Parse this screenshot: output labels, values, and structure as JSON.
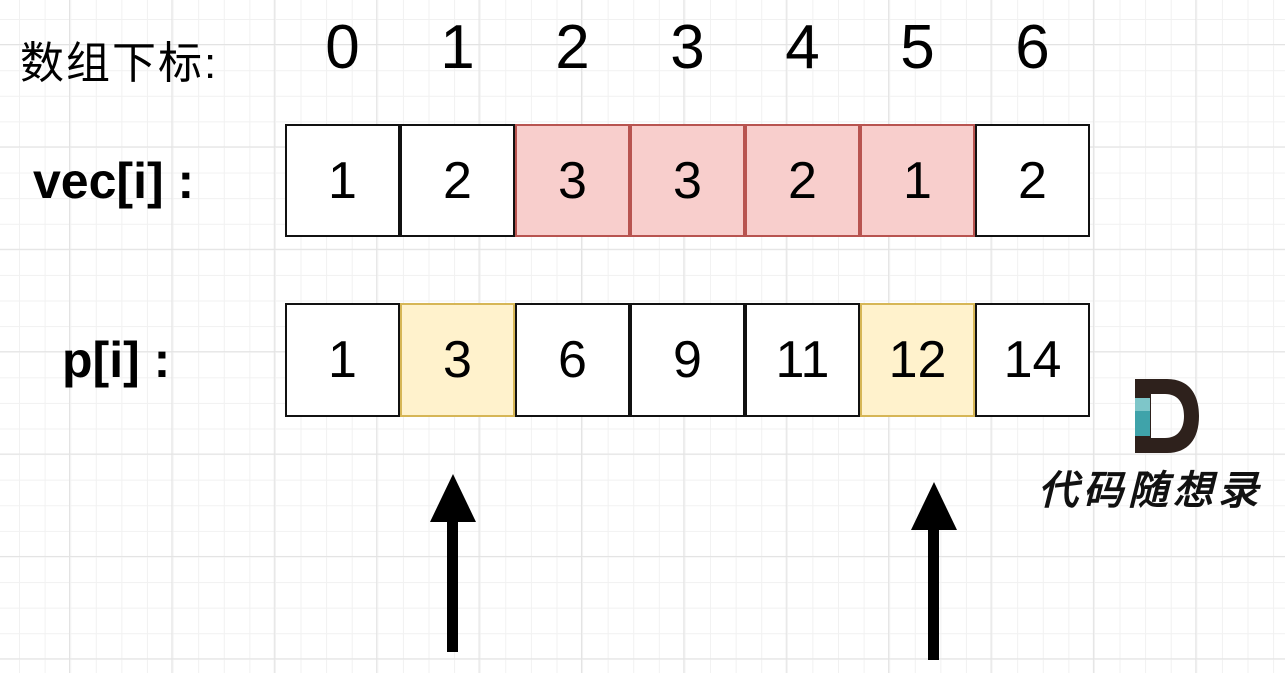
{
  "background": {
    "grid_minor_color": "#f1f1f1",
    "grid_major_color": "#e3e3e3"
  },
  "index_row": {
    "label": "数组下标:",
    "values": [
      "0",
      "1",
      "2",
      "3",
      "4",
      "5",
      "6"
    ]
  },
  "vec_row": {
    "label": "vec[i] :",
    "values": [
      "1",
      "2",
      "3",
      "3",
      "2",
      "1",
      "2"
    ],
    "highlighted_indices": [
      2,
      3,
      4,
      5
    ],
    "highlight_fill": "#f8cecc",
    "highlight_border": "#b85450",
    "cell_border": "#111111"
  },
  "p_row": {
    "label": "p[i] :",
    "values": [
      "1",
      "3",
      "6",
      "9",
      "11",
      "12",
      "14"
    ],
    "highlighted_indices": [
      1,
      5
    ],
    "highlight_fill": "#fff2cc",
    "highlight_border": "#d6b656",
    "cell_border": "#111111"
  },
  "arrows": {
    "color": "#000000",
    "left_arrow_points_to_index": 1,
    "right_arrow_points_to_index": 5
  },
  "logo": {
    "mark": "D",
    "text": "代码随想录",
    "mark_dark_color": "#2e211c",
    "mark_teal_color": "#3fa3aa",
    "mark_teal_light_color": "#7ec6c9"
  }
}
